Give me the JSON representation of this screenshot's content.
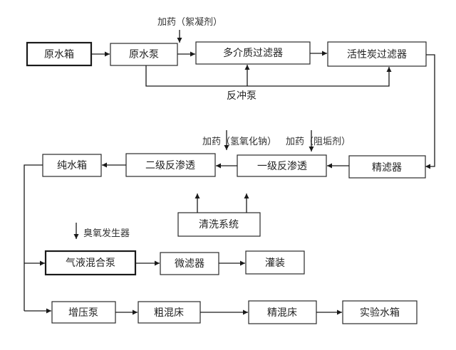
{
  "nodes": {
    "raw_tank": "原水箱",
    "raw_pump": "原水泵",
    "multimedia_filter": "多介质过滤器",
    "carbon_filter": "活性炭过滤器",
    "precision_filter": "精滤器",
    "ro_stage1": "一级反渗透",
    "ro_stage2": "二级反渗透",
    "pure_tank": "纯水箱",
    "cleaning_system": "清洗系统",
    "gas_liquid_pump": "气液混合泵",
    "micro_filter": "微滤器",
    "filling": "灌装",
    "booster_pump": "增压泵",
    "coarse_mixed_bed": "粗混床",
    "fine_mixed_bed": "精混床",
    "lab_tank": "实验水箱"
  },
  "annotations": {
    "dosing_flocculant": "加药（絮凝剂）",
    "backwash_pump": "反冲泵",
    "dosing_naoh": "加药（氢氧化钠）",
    "dosing_antiscalant": "加药（阻垢剂）",
    "ozone_generator": "臭氧发生器"
  }
}
